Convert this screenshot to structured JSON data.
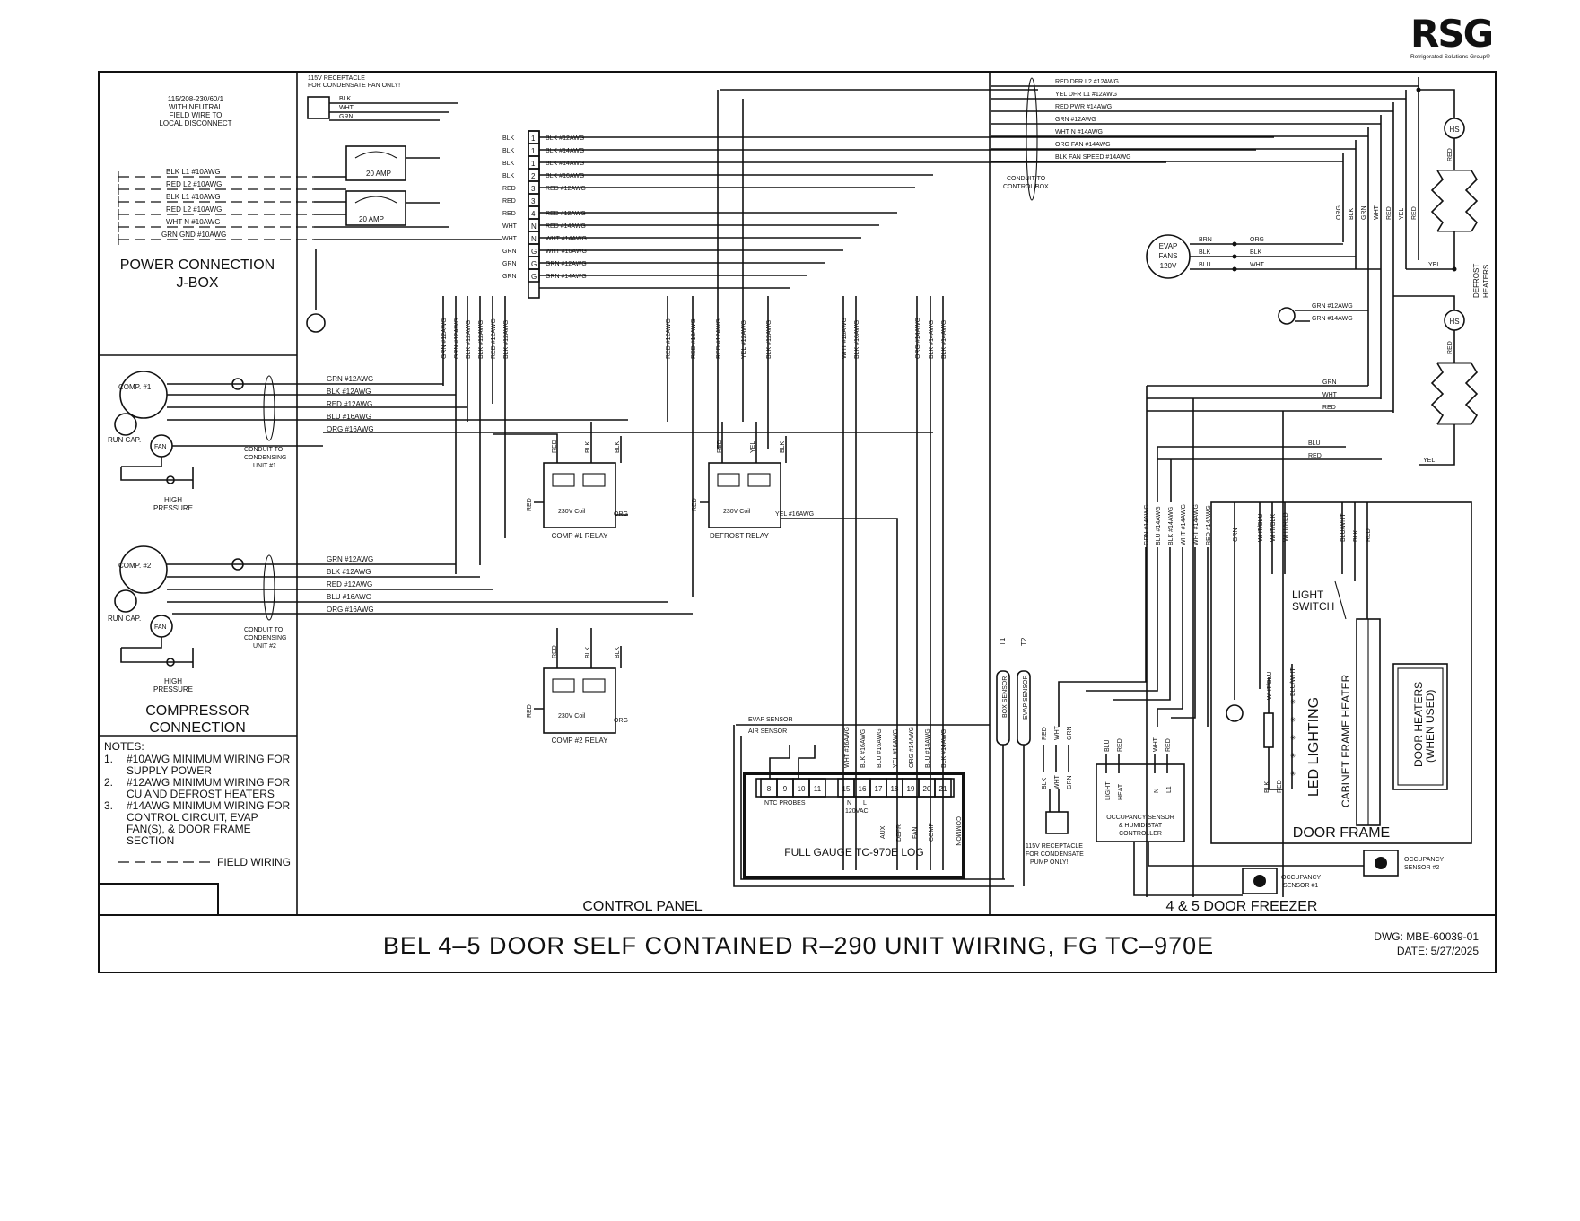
{
  "logo": {
    "mark": "RSG",
    "sub": "Refrigerated Solutions Group®"
  },
  "power": {
    "supply_lines": [
      "115/208-230/60/1",
      "WITH NEUTRAL",
      "FIELD WIRE TO",
      "LOCAL DISCONNECT"
    ],
    "wires": [
      "BLK L1 #10AWG",
      "RED L2 #10AWG",
      "BLK L1 #10AWG",
      "RED L2 #10AWG",
      "WHT N #10AWG",
      "GRN GND #10AWG"
    ],
    "breaker": "20 AMP",
    "receptacle_lines": [
      "115V RECEPTACLE",
      "FOR CONDENSATE PAN ONLY!"
    ],
    "receptacle_wires": [
      "BLK",
      "WHT",
      "GRN"
    ],
    "section_lines": [
      "POWER CONNECTION",
      "J-BOX"
    ]
  },
  "terminal_block": {
    "left_labels": [
      "BLK",
      "BLK",
      "BLK",
      "BLK",
      "RED",
      "RED",
      "RED",
      "WHT",
      "WHT",
      "GRN",
      "GRN",
      "GRN"
    ],
    "numbers": [
      "1",
      "1",
      "1",
      "2",
      "3",
      "3",
      "4",
      "N",
      "N",
      "G",
      "G",
      "G"
    ],
    "right_labels": [
      "BLK #12AWG",
      "BLK #14AWG",
      "BLK #14AWG",
      "BLK #16AWG",
      "RED #12AWG",
      "",
      "RED #12AWG",
      "RED #14AWG",
      "WHT #14AWG",
      "WHT #16AWG",
      "GRN #12AWG",
      "GRN #14AWG"
    ]
  },
  "vertical_wires": [
    "GRN #12AWG",
    "GRN #12AWG",
    "BLK #12AWG",
    "BLK #12AWG",
    "RED #12AWG",
    "BLK #12AWG",
    "RED #12AWG",
    "RED #12AWG",
    "RED #12AWG",
    "YEL #12AWG",
    "BLK #12AWG",
    "WHT #16AWG",
    "BLK #16AWG",
    "ORG #14AWG",
    "BLK #14AWG",
    "BLK #14AWG"
  ],
  "comp1": {
    "name": "COMP. #1",
    "run_cap": "RUN CAP.",
    "fan": "FAN",
    "high_pressure": [
      "HIGH",
      "PRESSURE"
    ],
    "conduit": [
      "CONDUIT TO",
      "CONDENSING",
      "UNIT #1"
    ],
    "wires": [
      "GRN #12AWG",
      "BLK #12AWG",
      "RED #12AWG",
      "BLU #16AWG",
      "ORG #16AWG"
    ]
  },
  "comp2": {
    "name": "COMP. #2",
    "run_cap": "RUN CAP.",
    "fan": "FAN",
    "high_pressure": [
      "HIGH",
      "PRESSURE"
    ],
    "conduit": [
      "CONDUIT TO",
      "CONDENSING",
      "UNIT #2"
    ],
    "wires": [
      "GRN #12AWG",
      "BLK #12AWG",
      "RED #12AWG",
      "BLU #16AWG",
      "ORG #16AWG"
    ],
    "section_lines": [
      "COMPRESSOR",
      "CONNECTION"
    ]
  },
  "relays": {
    "comp1": {
      "name": "COMP #1 RELAY",
      "coil": "230V Coil",
      "top": [
        "RED",
        "BLK",
        "BLK"
      ],
      "left": "RED",
      "right": "ORG"
    },
    "defrost": {
      "name": "DEFROST RELAY",
      "coil": "230V Coil",
      "top": [
        "RED",
        "YEL",
        "BLK"
      ],
      "left": "RED",
      "right": "YEL #16AWG"
    },
    "comp2": {
      "name": "COMP #2 RELAY",
      "coil": "230V Coil",
      "top": [
        "RED",
        "BLK",
        "BLK"
      ],
      "left": "RED",
      "right": "ORG"
    }
  },
  "controller": {
    "name": "FULL GAUGE TC-970E LOG",
    "terminals": [
      "8",
      "9",
      "10",
      "11",
      "15",
      "16",
      "17",
      "18",
      "19",
      "20",
      "21"
    ],
    "ntc": "NTC PROBES",
    "vac": [
      "N",
      "L",
      "120VAC"
    ],
    "outputs": [
      "AUX",
      "DEFR",
      "FAN",
      "COMP",
      "COMMON"
    ],
    "evap_sensor": "EVAP SENSOR",
    "air_sensor": "AIR SENSOR",
    "wires": [
      "WHT #16AWG",
      "BLK #16AWG",
      "BLU #16AWG",
      "YEL #16AWG",
      "ORG #14AWG",
      "BLU #14AWG",
      "BLK #14AWG"
    ]
  },
  "notes": {
    "heading": "NOTES:",
    "items": [
      [
        "1.",
        "#10AWG MINIMUM WIRING FOR",
        "SUPPLY POWER"
      ],
      [
        "2.",
        "#12AWG MINIMUM WIRING FOR",
        "CU AND DEFROST HEATERS"
      ],
      [
        "3.",
        "#14AWG MINIMUM WIRING FOR",
        "CONTROL CIRCUIT, EVAP",
        "FAN(S), & DOOR FRAME",
        "SECTION"
      ]
    ],
    "legend": "FIELD WIRING"
  },
  "freezer": {
    "conduit_wires": [
      "RED DFR L2 #12AWG",
      "YEL DFR L1 #12AWG",
      "RED PWR #14AWG",
      "GRN #12AWG",
      "WHT N #14AWG",
      "ORG FAN #14AWG",
      "BLK FAN SPEED #14AWG"
    ],
    "conduit_label": [
      "CONDUIT TO",
      "CONTROL BOX"
    ],
    "drop_labels": [
      "ORG",
      "BLK",
      "GRN",
      "WHT",
      "RED",
      "YEL",
      "RED"
    ],
    "evap": [
      "EVAP",
      "FANS",
      "120V"
    ],
    "evap_left": [
      "BRN",
      "BLK",
      "BLU"
    ],
    "evap_right": [
      "ORG",
      "BLK",
      "WHT"
    ],
    "ground_wires": [
      "GRN #12AWG",
      "GRN #14AWG"
    ],
    "hs": "HS",
    "heater_labels": [
      "RED",
      "YEL",
      "RED",
      "YEL"
    ],
    "defrost_heaters": [
      "DEFROST",
      "HEATERS"
    ],
    "bus_labels": [
      "GRN",
      "WHT",
      "RED",
      "BLU",
      "RED"
    ],
    "riser_labels": [
      "GRN #14AWG",
      "BLU #14AWG",
      "BLK #14AWG",
      "WHT #14AWG",
      "WHT #14AWG",
      "RED #14AWG"
    ],
    "t1": "T1",
    "t2": "T2",
    "box_sensor": "BOX SENSOR",
    "evap_sensor": "EVAP SENSOR",
    "rcpt_top": [
      "RED",
      "WHT",
      "GRN"
    ],
    "rcpt_bottom": [
      "BLK",
      "WHT",
      "GRN"
    ],
    "rcpt_lines": [
      "115V RECEPTACLE",
      "FOR CONDENSATE",
      "PUMP ONLY!"
    ],
    "occ_top": [
      "BLU",
      "RED",
      "WHT",
      "RED"
    ],
    "occ_terms": [
      "LIGHT",
      "HEAT",
      "N",
      "L1"
    ],
    "occ_lines": [
      "OCCUPANCY SENSOR",
      "& HUMIDISTAT",
      "CONTROLLER"
    ],
    "occ1": [
      "OCCUPANCY",
      "SENSOR #1"
    ],
    "occ2": [
      "OCCUPANCY",
      "SENSOR #2"
    ]
  },
  "door_frame": {
    "top_wires": [
      "GRN",
      "WHT/BLU",
      "WHT/BLK",
      "WHT/RED",
      "BLU/WHT",
      "BLK",
      "RED"
    ],
    "light_switch": [
      "LIGHT",
      "SWITCH"
    ],
    "lower_wires": [
      "WHT/BLU",
      "BLU/WHT",
      "BLK",
      "RED"
    ],
    "led": "LED LIGHTING",
    "cabinet_heater": "CABINET FRAME HEATER",
    "door_heaters": [
      "DOOR HEATERS",
      "(WHEN USED)"
    ],
    "name": "DOOR FRAME"
  },
  "sections": {
    "control_panel": "CONTROL PANEL",
    "freezer": "4 & 5 DOOR FREEZER"
  },
  "title_block": {
    "title": "BEL 4–5 DOOR SELF CONTAINED R–290 UNIT WIRING, FG TC–970E",
    "dwg": "DWG: MBE-60039-01",
    "date": "DATE: 5/27/2025"
  }
}
